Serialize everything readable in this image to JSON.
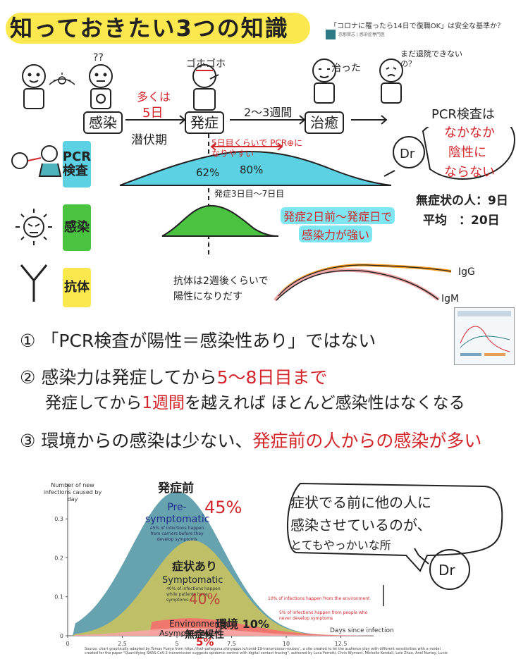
{
  "header": {
    "title": "知っておきたい3つの知識",
    "ref_title": "「コロナに罹ったら14日で復職OK」は安全な基準か？",
    "ref_sub": "忽那賢志 | 感染症専門医"
  },
  "timeline": {
    "infection_label": "感染",
    "onset_label": "発症",
    "recovery_label": "治癒",
    "incubation_label": "潜伏期",
    "often_label": "多くは",
    "days_label": "5日",
    "weeks_label": "2～3週間",
    "qq_label": "??",
    "cough_label": "ゴホゴホ",
    "healed_label": "治った",
    "notyet_label": "まだ退院できないの？"
  },
  "pcr": {
    "label": "PCR検査",
    "peak_note": "5日目くらいで PCR⊕になりやすい",
    "pct_left": "62%",
    "pct_peak": "80%",
    "range_note": "発症3日目～7日目",
    "bubble_line1": "PCR検査は",
    "bubble_line2": "なかなか",
    "bubble_line3": "陰性に",
    "bubble_line4": "ならない",
    "asym_note": "無症状の人：9日",
    "avg_note": "平均　：20日",
    "dr_label": "Dr"
  },
  "infectivity": {
    "label": "感染",
    "note_line1": "発症2日前～発症日で",
    "note_line2": "感染力が強い"
  },
  "antibody": {
    "label": "抗体",
    "note_line1": "抗体は2週後くらいで",
    "note_line2": "陽性になりだす",
    "igg": "IgG",
    "igm": "IgM"
  },
  "facts": {
    "f1_num": "①",
    "f1_text": "「PCR検査が陽性＝感染性あり」ではない",
    "f2_num": "②",
    "f2_a": "感染力は発症してから",
    "f2_b": "5～8日目まで",
    "f2_c": "発症してから",
    "f2_d": "1週間",
    "f2_e": "を越えれば ほとんど感染性はなくなる",
    "f3_num": "③",
    "f3_a": "環境からの感染は少ない、",
    "f3_b": "発症前の人からの感染が多い"
  },
  "bubble2": {
    "line1": "症状でる前に他の人に",
    "line2": "感染させているのが、",
    "line3": "とてもやっかいな所",
    "dr_label": "Dr"
  },
  "chart_data": {
    "type": "area",
    "ylabel": "Number of new infections caused by day",
    "xlabel": "Days since infection",
    "x_ticks": [
      "0",
      "2.5",
      "5",
      "7.5",
      "10",
      "12.5"
    ],
    "y_ticks": [
      "0",
      "0.1",
      "0.2",
      "0.3"
    ],
    "xlim": [
      0,
      14
    ],
    "ylim": [
      0,
      0.38
    ],
    "peak_day": 5,
    "series": [
      {
        "name": "Pre-symptomatic",
        "peak": 0.37,
        "share_pct": 45,
        "color": "#5f9eaa"
      },
      {
        "name": "Symptomatic",
        "peak": 0.245,
        "share_pct": 40,
        "color": "#c9c260"
      },
      {
        "name": "Environmental",
        "peak": 0.045,
        "share_pct": 10,
        "color": "#f46f6f"
      },
      {
        "name": "Asymptomatic",
        "peak": 0.02,
        "share_pct": 5,
        "color": "#f6a7a7"
      }
    ],
    "annotations": {
      "pre_desc": "45% of infections happen from carriers before they develop symptoms",
      "sym_desc": "40% of infections happen while patients have symptoms",
      "env_desc": "10% of infections happen from the environment",
      "asym_desc": "5% of infections happen from people who never develop symptoms",
      "pre_jp": "発症前",
      "pre_pct": "45%",
      "sym_jp": "症状あり",
      "sym_pct": "40%",
      "env_jp": "環境 10%",
      "asym_jp": "無症候性",
      "asym_pct": "5%",
      "pre_name_1": "Pre-",
      "pre_name_2": "symptomatic",
      "sym_name": "Symptomatic",
      "env_name": "Environmental",
      "asym_name": "Asymptomatic"
    },
    "source": "Source: chart graphically adapted by Tomas Pueyo from https://hall-paheguna.shinyapps.io/covid-19-transmission-routes/ , a site created to let the audience play with different sensitivities with a model created for the paper \"Quantifying SARS-CoV-2 transmission suggests epidemic control with digital contact tracing\", authored by Luca Ferretti, Chris Wymant, Michelle Kendall, Lele Zhao, Anel Nurtay, Lucie"
  }
}
